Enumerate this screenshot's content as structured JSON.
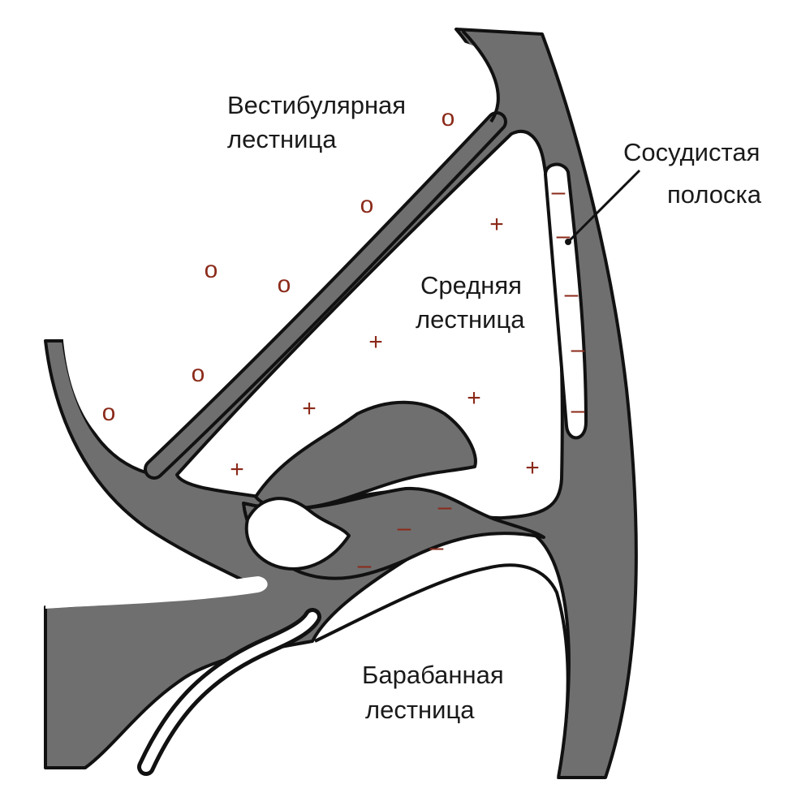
{
  "labels": {
    "vestibular_line1": "Вестибулярная",
    "vestibular_line2": "лестница",
    "middle_line1": "Средняя",
    "middle_line2": "лестница",
    "tympanic_line1": "Барабанная",
    "tympanic_line2": "лестница",
    "stria_line1": "Сосудистая",
    "stria_line2": "полоска"
  },
  "symbols": {
    "zero": "o",
    "plus": "+",
    "minus": "–"
  },
  "colors": {
    "tissue": "#6f6f6f",
    "outline": "#111111",
    "symbol": "#8b2a1a",
    "text": "#1a1a1a"
  }
}
